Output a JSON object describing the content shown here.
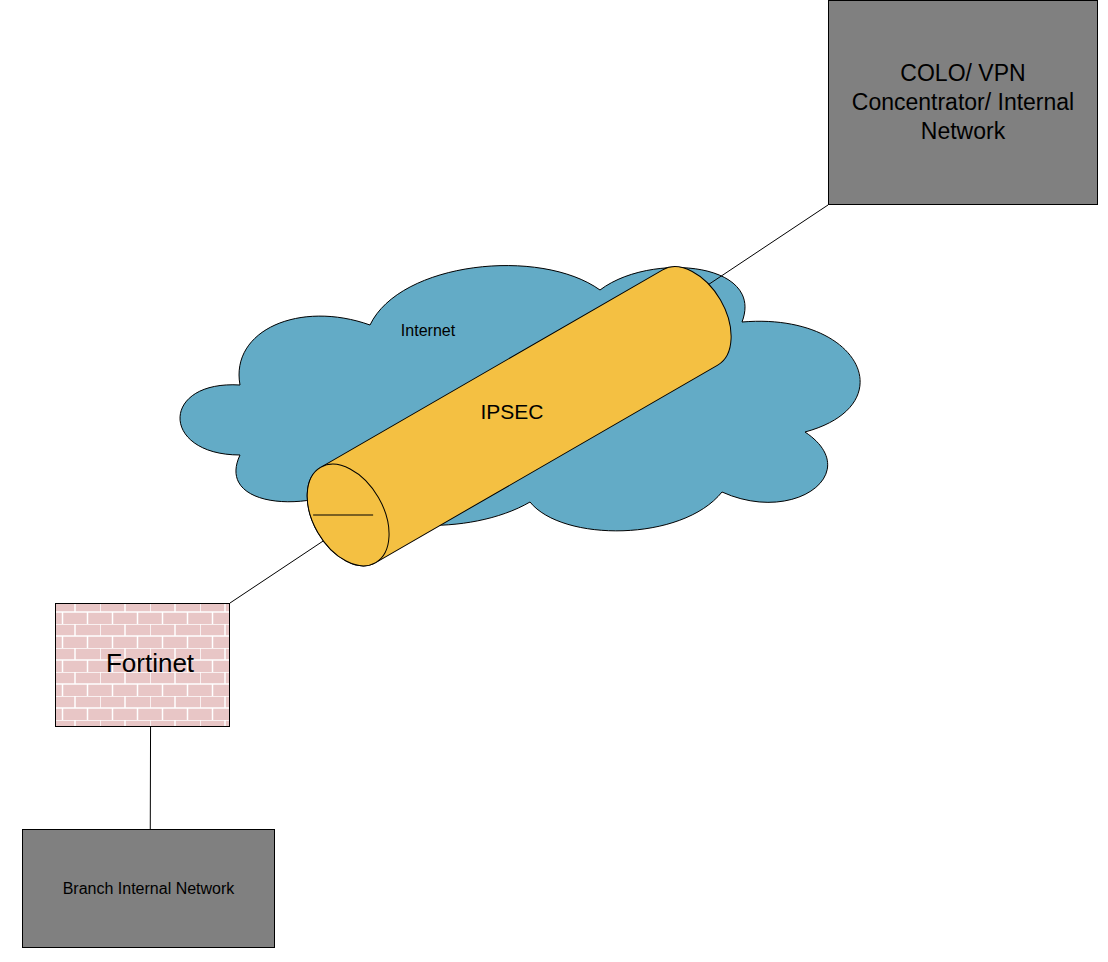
{
  "diagram": {
    "nodes": [
      {
        "text": [
          "COLO/ VPN Concentrator/ Internal Network"
        ]
      },
      {
        "text": [
          "Internet"
        ]
      },
      {
        "text": [
          "IPSEC"
        ]
      },
      {
        "text": [
          "Fortinet"
        ]
      },
      {
        "text": [
          "Branch Internal Network"
        ]
      }
    ],
    "edges": [
      {
        "from": 3,
        "to": 0,
        "arrow": "none"
      },
      {
        "from": 3,
        "to": 4,
        "arrow": "none"
      }
    ]
  }
}
